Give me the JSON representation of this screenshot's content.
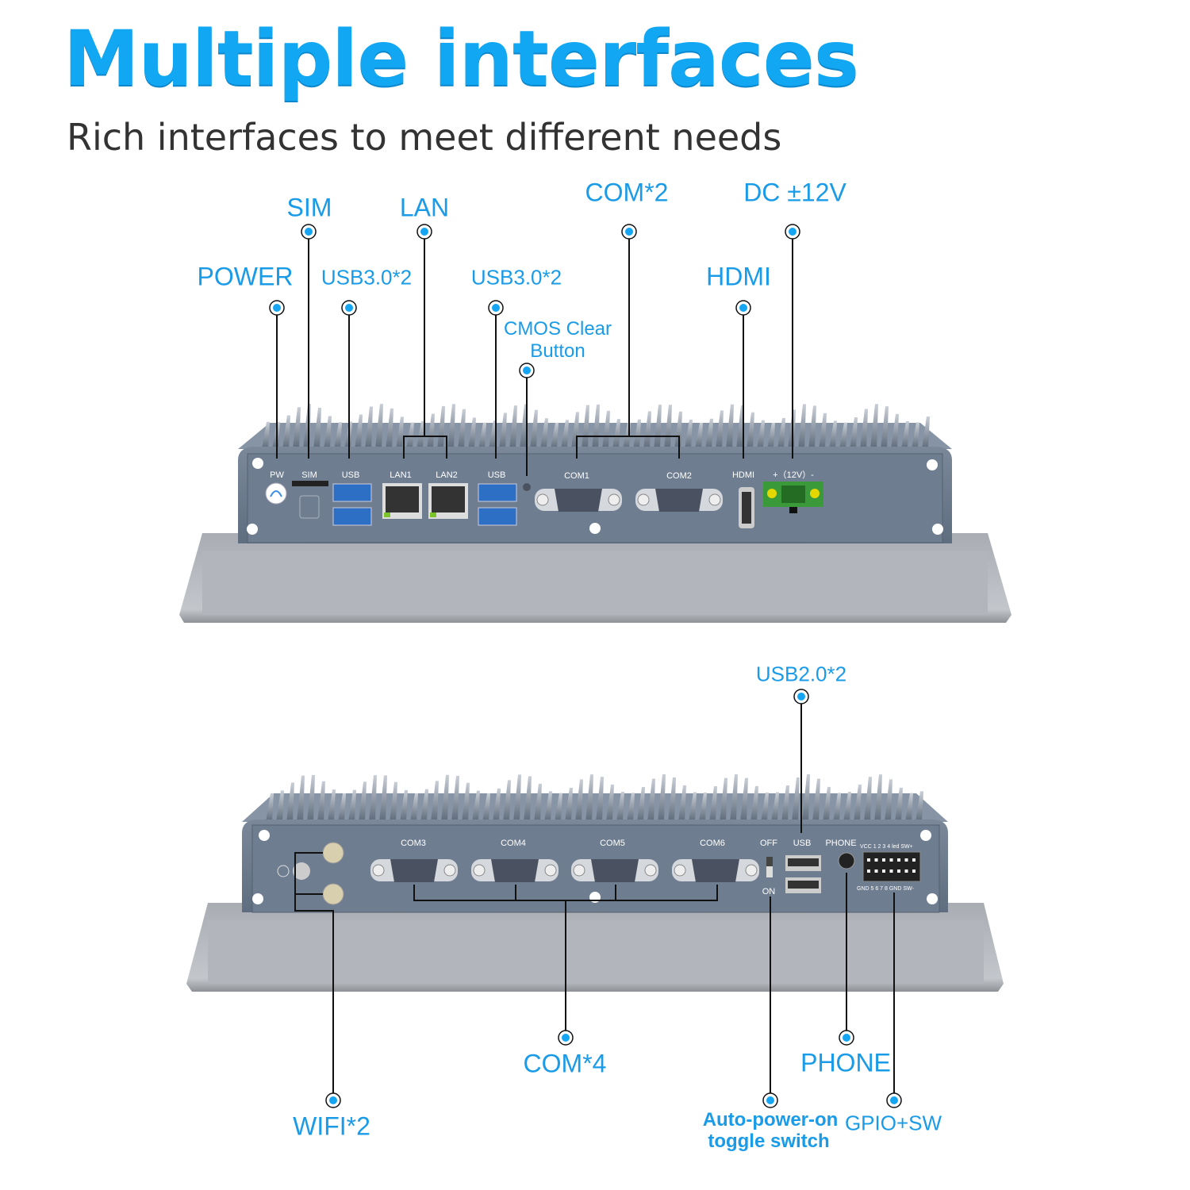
{
  "header": {
    "title": "Multiple interfaces",
    "subtitle": "Rich interfaces to meet different needs"
  },
  "colors": {
    "accent": "#1a9be8",
    "title": "#12a7f2",
    "chassis": "#6e7d90",
    "panel": "#b9bdc3"
  },
  "top_callouts": {
    "sim": "SIM",
    "lan": "LAN",
    "com2": "COM*2",
    "dc": "DC ±12V",
    "power": "POWER",
    "usb_a": "USB3.0*2",
    "usb_b": "USB3.0*2",
    "hdmi": "HDMI",
    "cmos_1": "CMOS Clear",
    "cmos_2": "Button"
  },
  "top_ports": {
    "pw": "PW",
    "sim": "SIM",
    "usb1": "USB",
    "lan1": "LAN1",
    "lan2": "LAN2",
    "usb2": "USB",
    "com1": "COM1",
    "com2": "COM2",
    "hdmi": "HDMI",
    "dc": "+（12V）-"
  },
  "bottom_callouts": {
    "usb20": "USB2.0*2",
    "com4": "COM*4",
    "wifi": "WIFI*2",
    "phone": "PHONE",
    "auto_1": "Auto-power-on",
    "auto_2": "toggle switch",
    "gpio": "GPIO+SW"
  },
  "bottom_ports": {
    "com3": "COM3",
    "com4": "COM4",
    "com5": "COM5",
    "com6": "COM6",
    "off": "OFF",
    "on": "ON",
    "usb": "USB",
    "phone": "PHONE",
    "gpio_top": "VCC 1 2 3 4 led SW+",
    "gpio_bottom": "GND 5 6 7 8 GND SW-"
  }
}
